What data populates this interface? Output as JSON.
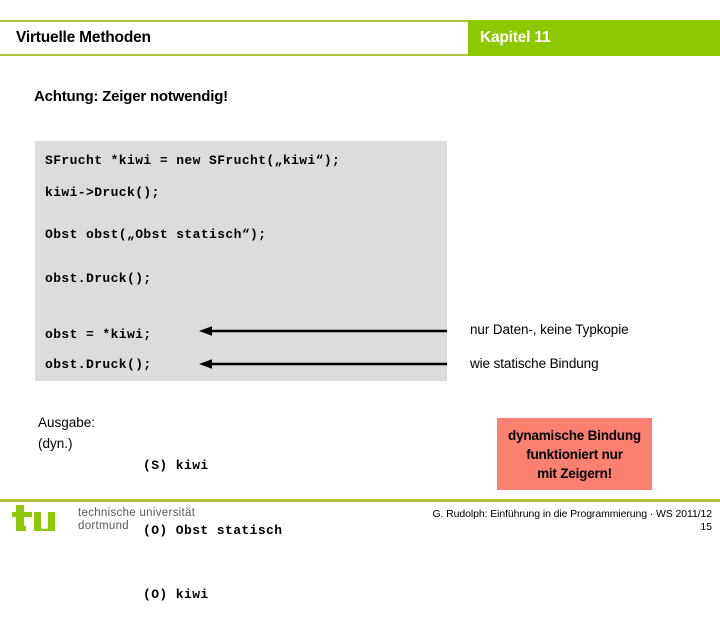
{
  "header": {
    "title": "Virtuelle Methoden",
    "chapter": "Kapitel 11",
    "bar_color": "#8ec800",
    "accent_color": "#b2c13b"
  },
  "main": {
    "attention": "Achtung: Zeiger notwendig!",
    "code_block": {
      "background": "#dcdcdc",
      "lines": [
        "SFrucht *kiwi = new SFrucht(„kiwi“);",
        "kiwi->Druck();",
        "Obst obst(„Obst statisch“);",
        "obst.Druck();",
        "obst = *kiwi;",
        "obst.Druck();"
      ]
    },
    "annotations": [
      {
        "icon": "left-arrow",
        "text": "nur Daten-, keine Typkopie"
      },
      {
        "icon": "left-arrow",
        "text": "wie statische Bindung"
      }
    ],
    "output": {
      "label_line_1": "Ausgabe:",
      "label_line_2": "(dyn.)",
      "lines": [
        "(S) kiwi",
        "(O) Obst statisch",
        "(O) kiwi"
      ]
    },
    "callout": {
      "background": "#fa8072",
      "line_1": "dynamische Bindung",
      "line_2": "funktioniert nur",
      "line_3": "mit Zeigern!"
    }
  },
  "footer": {
    "logo_line_1": "technische universität",
    "logo_line_2": "dortmund",
    "logo_color": "#8ec800",
    "credit": "G. Rudolph: Einführung in die Programmierung · WS 2011/12",
    "page": "15",
    "rule_color": "#b2c13b"
  }
}
